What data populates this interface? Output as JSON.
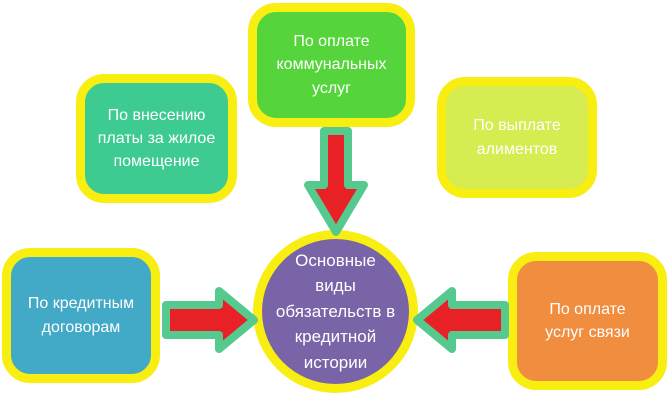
{
  "diagram": {
    "center": {
      "label": "Основные виды обязательств в кредитной истории",
      "fill": "#7a64a8",
      "shape": "circle"
    },
    "nodes": [
      {
        "id": "top-left",
        "label": "По внесению платы за жилое помещение",
        "fill": "#3ecb92"
      },
      {
        "id": "top-center",
        "label": "По оплате коммунальных услуг",
        "fill": "#55d53b"
      },
      {
        "id": "top-right",
        "label": "По выплате алиментов",
        "fill": "#d6ec51"
      },
      {
        "id": "left",
        "label": "По кредитным договорам",
        "fill": "#42a9c6"
      },
      {
        "id": "right",
        "label": "По оплате услуг связи",
        "fill": "#f08d3f"
      }
    ],
    "arrows": [
      {
        "from": "top-center",
        "to": "center",
        "direction": "down"
      },
      {
        "from": "left",
        "to": "center",
        "direction": "right"
      },
      {
        "from": "right",
        "to": "center",
        "direction": "left"
      }
    ],
    "colors": {
      "background": "#ffffff",
      "node_border": "#f8ee12",
      "arrow_fill": "#e82127",
      "arrow_outline": "#55c98e",
      "text": "#ffffff"
    }
  }
}
